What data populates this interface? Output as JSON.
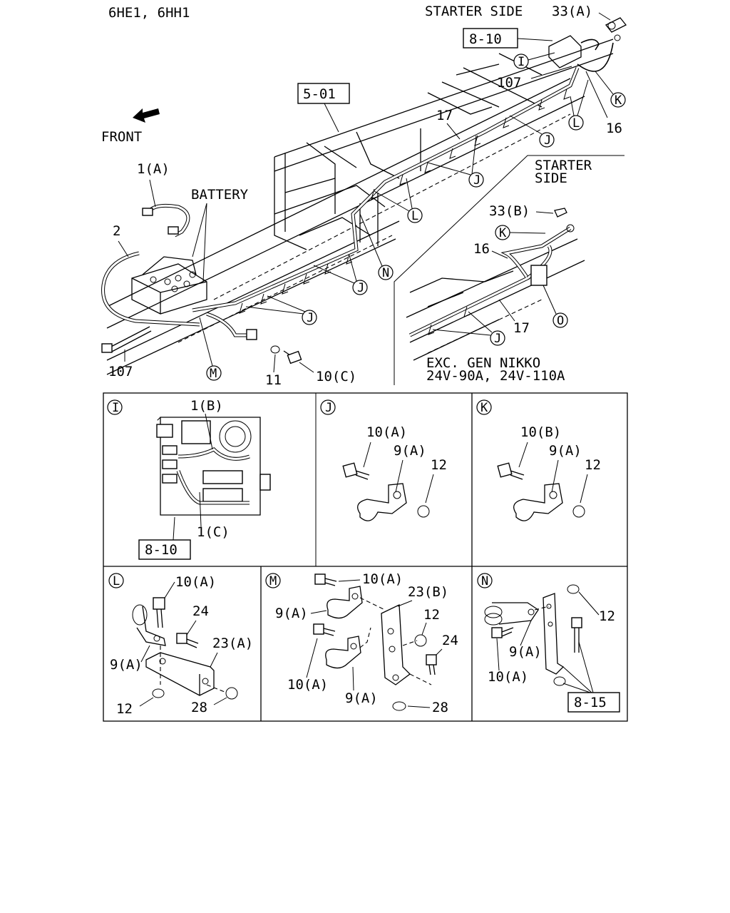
{
  "header": {
    "model": "6HE1, 6HH1",
    "starter_side_top": "STARTER SIDE"
  },
  "labels": {
    "front": "FRONT",
    "battery": "BATTERY",
    "starter_side_inset": [
      "STARTER",
      "SIDE"
    ],
    "exc_note": [
      "EXC. GEN NIKKO",
      "24V-90A, 24V-110A"
    ]
  },
  "refs": {
    "r810": "8-10",
    "r501": "5-01",
    "r815": "8-15"
  },
  "callouts": {
    "p33a": "33(A)",
    "p33b": "33(B)",
    "p107": "107",
    "p107b": "107",
    "p17": "17",
    "p17b": "17",
    "p16": "16",
    "p16b": "16",
    "p1a": "1(A)",
    "p2": "2",
    "p11": "11",
    "p10c": "10(C)"
  },
  "letters": {
    "I": "I",
    "J": "J",
    "K": "K",
    "L": "L",
    "M": "M",
    "N": "N",
    "O": "O"
  },
  "details": {
    "I": {
      "letter": "I",
      "parts": [
        "1(B)",
        "1(C)"
      ],
      "ref": "8-10"
    },
    "J": {
      "letter": "J",
      "parts": [
        "10(A)",
        "9(A)",
        "12"
      ]
    },
    "K": {
      "letter": "K",
      "parts": [
        "10(B)",
        "9(A)",
        "12"
      ]
    },
    "L": {
      "letter": "L",
      "parts": [
        "10(A)",
        "24",
        "23(A)",
        "9(A)",
        "12",
        "28"
      ]
    },
    "M": {
      "letter": "M",
      "parts": [
        "10(A)",
        "23(B)",
        "9(A)",
        "12",
        "24",
        "10(A)",
        "9(A)",
        "28"
      ]
    },
    "N": {
      "letter": "N",
      "parts": [
        "12",
        "9(A)",
        "10(A)"
      ],
      "ref": "8-15"
    }
  }
}
